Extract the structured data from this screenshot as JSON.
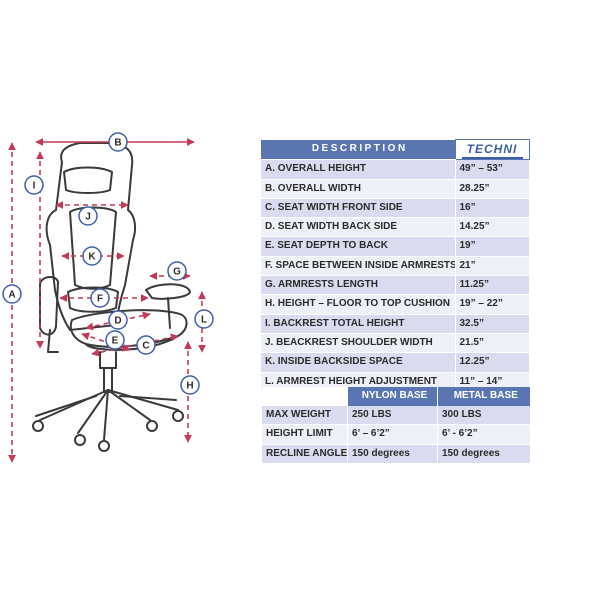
{
  "colors": {
    "header_blue": "#5a76b2",
    "row_dark": "#d9dcee",
    "row_light": "#eef0f8",
    "dimension_line": "#c43a56",
    "dimension_circle": "#3f5fa8",
    "chair_outline": "#3a3a3a"
  },
  "dimension_markers": {
    "A": "A",
    "B": "B",
    "C": "C",
    "D": "D",
    "E": "E",
    "F": "F",
    "G": "G",
    "H": "H",
    "I": "I",
    "J": "J",
    "K": "K",
    "L": "L"
  },
  "spec_table": {
    "header": "DESCRIPTION",
    "logo": "TECHNI",
    "rows": [
      {
        "label": "A. OVERALL HEIGHT",
        "value": "49” – 53”"
      },
      {
        "label": "B. OVERALL WIDTH",
        "value": "28.25”"
      },
      {
        "label": "C. SEAT WIDTH FRONT SIDE",
        "value": "16”"
      },
      {
        "label": "D. SEAT WIDTH BACK SIDE",
        "value": "14.25”"
      },
      {
        "label": "E. SEAT DEPTH TO BACK",
        "value": "19”"
      },
      {
        "label": "F. SPACE BETWEEN INSIDE ARMRESTS",
        "value": "21”"
      },
      {
        "label": "G. ARMRESTS LENGTH",
        "value": "11.25”"
      },
      {
        "label": "H. HEIGHT – FLOOR TO TOP CUSHION",
        "value": "19” – 22”"
      },
      {
        "label": "I. BACKREST TOTAL HEIGHT",
        "value": "32.5”"
      },
      {
        "label": "J. BEACKREST SHOULDER WIDTH",
        "value": "21.5”"
      },
      {
        "label": "K. INSIDE BACKSIDE SPACE",
        "value": "12.25”"
      },
      {
        "label": "L. ARMREST HEIGHT ADJUSTMENT",
        "value": "11” – 14”"
      }
    ]
  },
  "base_table": {
    "columns": [
      "",
      "NYLON BASE",
      "METAL BASE"
    ],
    "rows": [
      [
        "MAX WEIGHT",
        "250 LBS",
        "300 LBS"
      ],
      [
        "HEIGHT LIMIT",
        "6’ – 6’2”",
        "6’ - 6’2”"
      ],
      [
        "RECLINE ANGLE",
        "150 degrees",
        "150 degrees"
      ]
    ]
  }
}
